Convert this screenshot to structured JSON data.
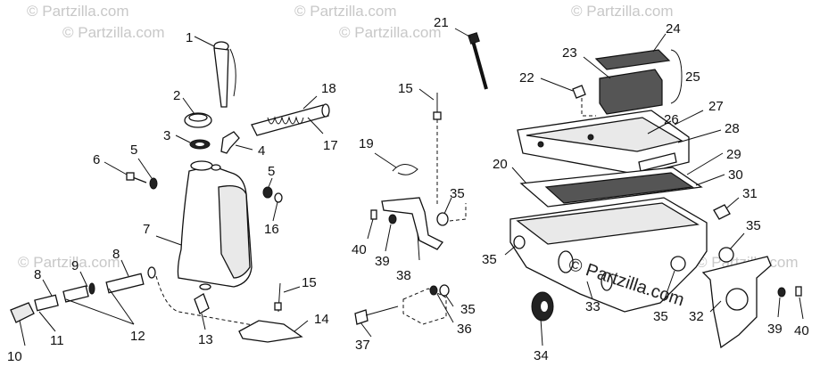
{
  "watermark": {
    "text": "© Partzilla.com",
    "center_text": "© Partzilla.com"
  },
  "callouts": [
    "1",
    "2",
    "3",
    "4",
    "5",
    "6",
    "7",
    "8",
    "9",
    "10",
    "11",
    "12",
    "13",
    "14",
    "15",
    "16",
    "17",
    "18",
    "19",
    "20",
    "21",
    "22",
    "23",
    "24",
    "25",
    "26",
    "27",
    "28",
    "29",
    "30",
    "31",
    "32",
    "33",
    "34",
    "35",
    "36",
    "37",
    "38",
    "39",
    "40"
  ],
  "labels": {
    "c1": "1",
    "c2": "2",
    "c3": "3",
    "c4": "4",
    "c5a": "5",
    "c5b": "5",
    "c6": "6",
    "c7": "7",
    "c8a": "8",
    "c8b": "8",
    "c9": "9",
    "c10": "10",
    "c11": "11",
    "c12": "12",
    "c13": "13",
    "c14": "14",
    "c15a": "15",
    "c15b": "15",
    "c16": "16",
    "c17": "17",
    "c18": "18",
    "c19": "19",
    "c20": "20",
    "c21": "21",
    "c22": "22",
    "c23": "23",
    "c24": "24",
    "c25": "25",
    "c26": "26",
    "c27": "27",
    "c28": "28",
    "c29": "29",
    "c30": "30",
    "c31": "31",
    "c32": "32",
    "c33": "33",
    "c34": "34",
    "c35a": "35",
    "c35b": "35",
    "c35c": "35",
    "c35d": "35",
    "c35e": "35",
    "c36": "36",
    "c37": "37",
    "c38": "38",
    "c39a": "39",
    "c39b": "39",
    "c40a": "40",
    "c40b": "40"
  }
}
